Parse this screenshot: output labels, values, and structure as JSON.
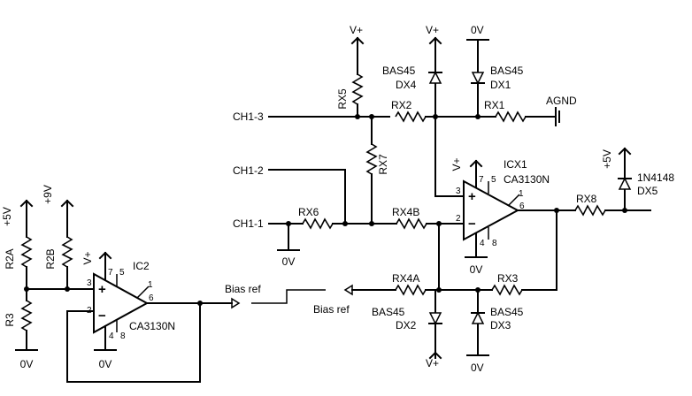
{
  "labels": {
    "vplus": "V+",
    "zero_v": "0V",
    "plus5v": "+5V",
    "plus9v": "+9V",
    "agnd": "AGND",
    "bias_ref": "Bias ref",
    "ch1_1": "CH1-1",
    "ch1_2": "CH1-2",
    "ch1_3": "CH1-3"
  },
  "components": {
    "rx1": "RX1",
    "rx2": "RX2",
    "rx3": "RX3",
    "rx4a": "RX4A",
    "rx4b": "RX4B",
    "rx5": "RX5",
    "rx6": "RX6",
    "rx7": "RX7",
    "rx8": "RX8",
    "r2a": "R2A",
    "r2b": "R2B",
    "r3": "R3",
    "ic2": "IC2",
    "icx1": "ICX1",
    "op_part": "CA3130N",
    "bas45": "BAS45",
    "dx1": "DX1",
    "dx2": "DX2",
    "dx3": "DX3",
    "dx4": "DX4",
    "dx5": "DX5",
    "d1n4148": "1N4148"
  },
  "pins": {
    "p1": "1",
    "p2": "2",
    "p3": "3",
    "p4": "4",
    "p5": "5",
    "p6": "6",
    "p7": "7",
    "p8": "8"
  },
  "symbols": {
    "plus": "+",
    "minus": "−"
  }
}
